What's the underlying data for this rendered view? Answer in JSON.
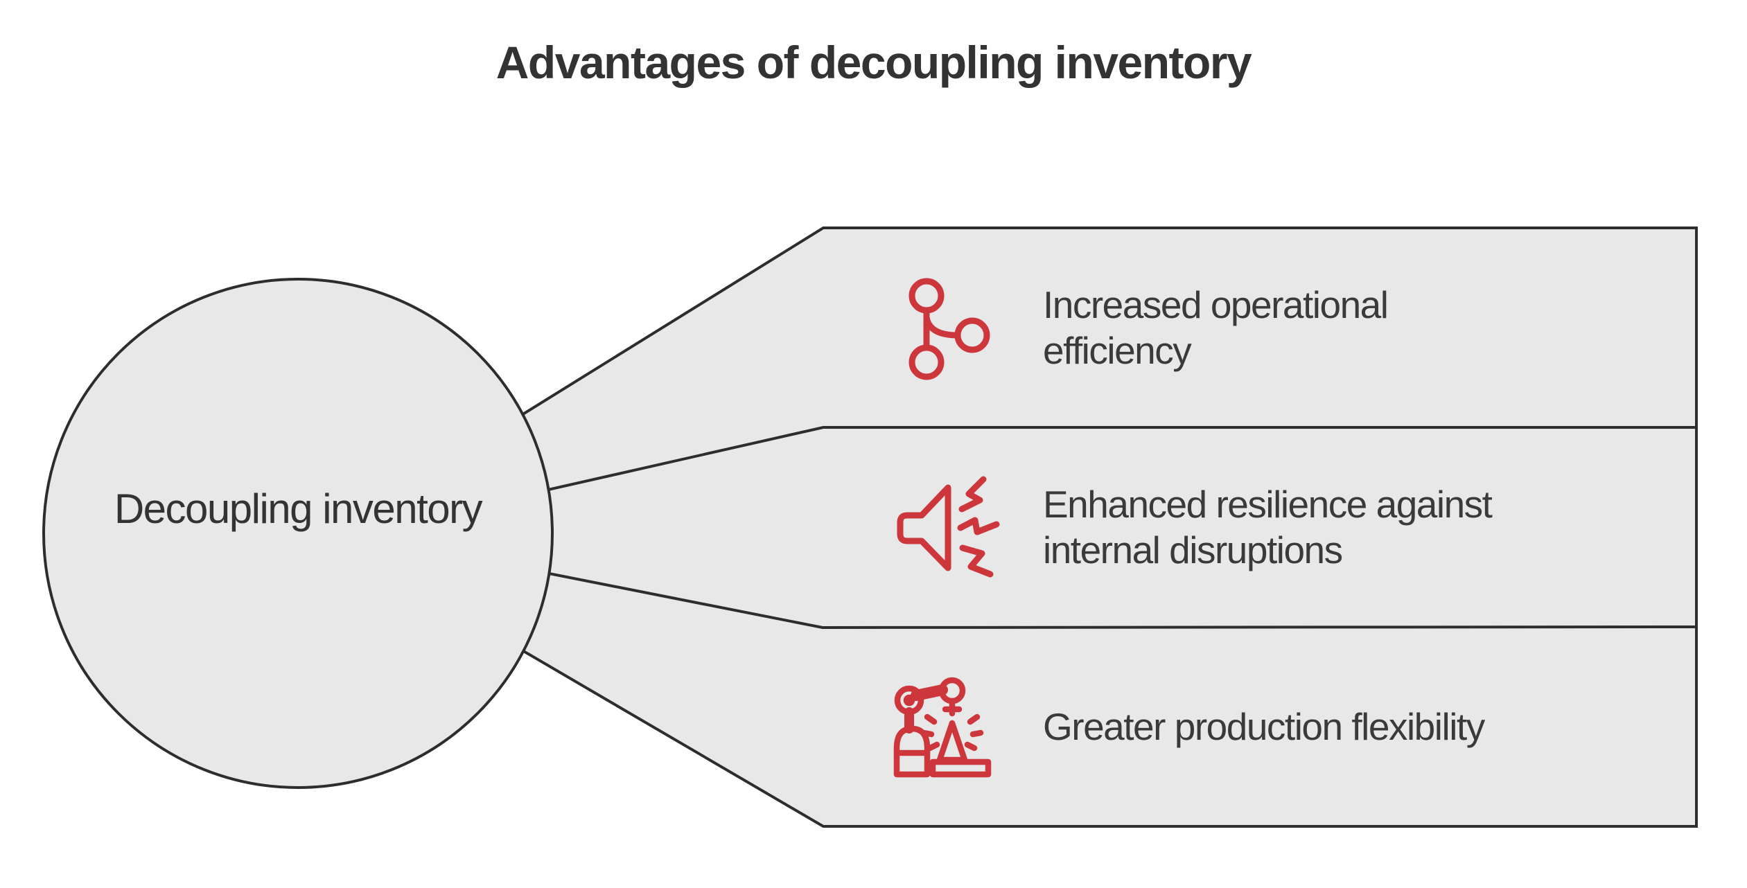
{
  "title": "Advantages of decoupling inventory",
  "colors": {
    "shape_fill": "#e8e8e8",
    "outline": "#2d2d2d",
    "accent_red": "#cd373c",
    "title_text": "#333333",
    "body_text": "#3a3a3a",
    "background": "#ffffff"
  },
  "hub": {
    "label_lines": [
      "Decoupling",
      "inventory"
    ]
  },
  "bands": [
    {
      "icon": "branch-icon",
      "lines": [
        "Increased operational",
        "efficiency"
      ]
    },
    {
      "icon": "megaphone-disruption-icon",
      "lines": [
        "Enhanced resilience against",
        "internal disruptions"
      ]
    },
    {
      "icon": "robot-arm-icon",
      "lines": [
        "Greater production flexibility"
      ]
    }
  ]
}
